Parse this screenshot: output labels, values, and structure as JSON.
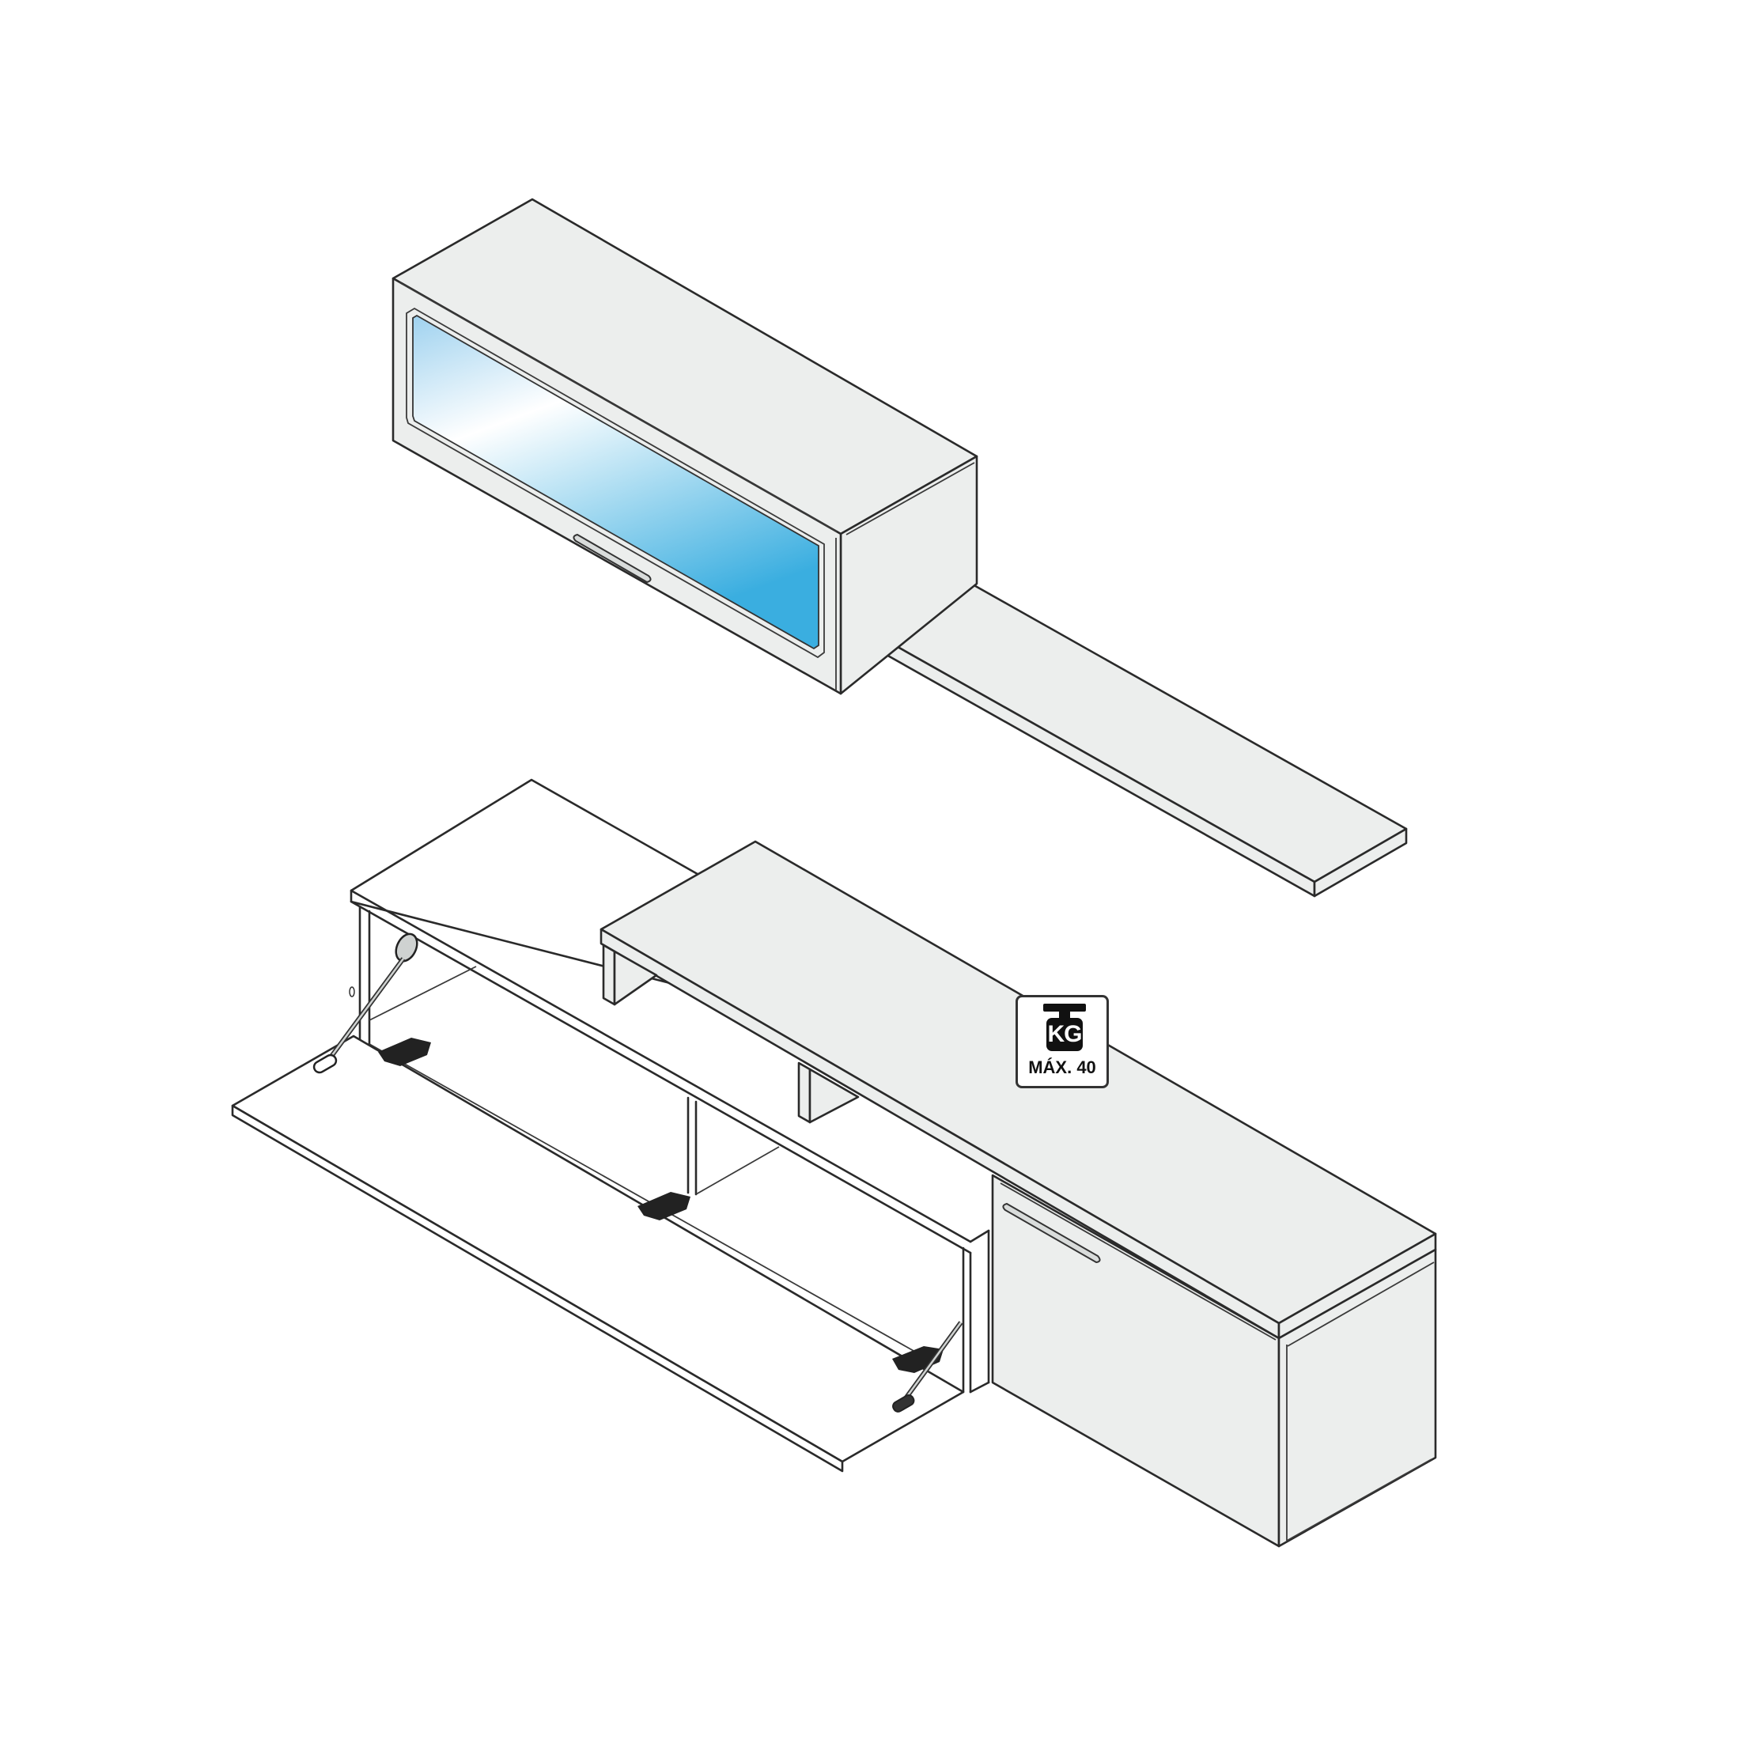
{
  "diagram": {
    "subject": "TV wall unit furniture set, isometric view",
    "components": [
      {
        "name": "wall cabinet with glass flap door and handle"
      },
      {
        "name": "wall shelf"
      },
      {
        "name": "low TV cabinet with open flap door and lift stays"
      },
      {
        "name": "raised top shelf module"
      },
      {
        "name": "side cabinet with door and handle"
      }
    ],
    "colors": {
      "panel": "#eceeed",
      "outline": "#2a2a2a",
      "glass_light": "#ffffff",
      "glass_dark": "#3aaee0",
      "background": "#ffffff"
    }
  },
  "badge": {
    "icon": "weight-icon",
    "unit": "KG",
    "caption": "MÁX. 40"
  }
}
